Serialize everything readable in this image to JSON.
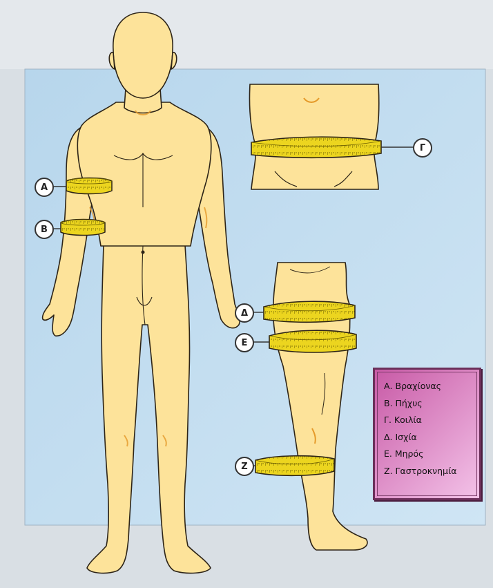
{
  "callouts": {
    "A": "Α",
    "B": "Β",
    "G": "Γ",
    "D": "Δ",
    "E": "Ε",
    "Z": "Ζ"
  },
  "legend": {
    "items": [
      "Α. Βραχίονας",
      "Β. Πήχυς",
      "Γ. Κοιλία",
      "Δ. Ισχία",
      "Ε. Μηρός",
      "Ζ. Γαστροκνημία"
    ]
  },
  "colors": {
    "panel": "#bcd9ee",
    "skin": "#fde39a",
    "outline": "#2d2417",
    "tape": "#e8d21e",
    "legend": "#c85aa6"
  }
}
